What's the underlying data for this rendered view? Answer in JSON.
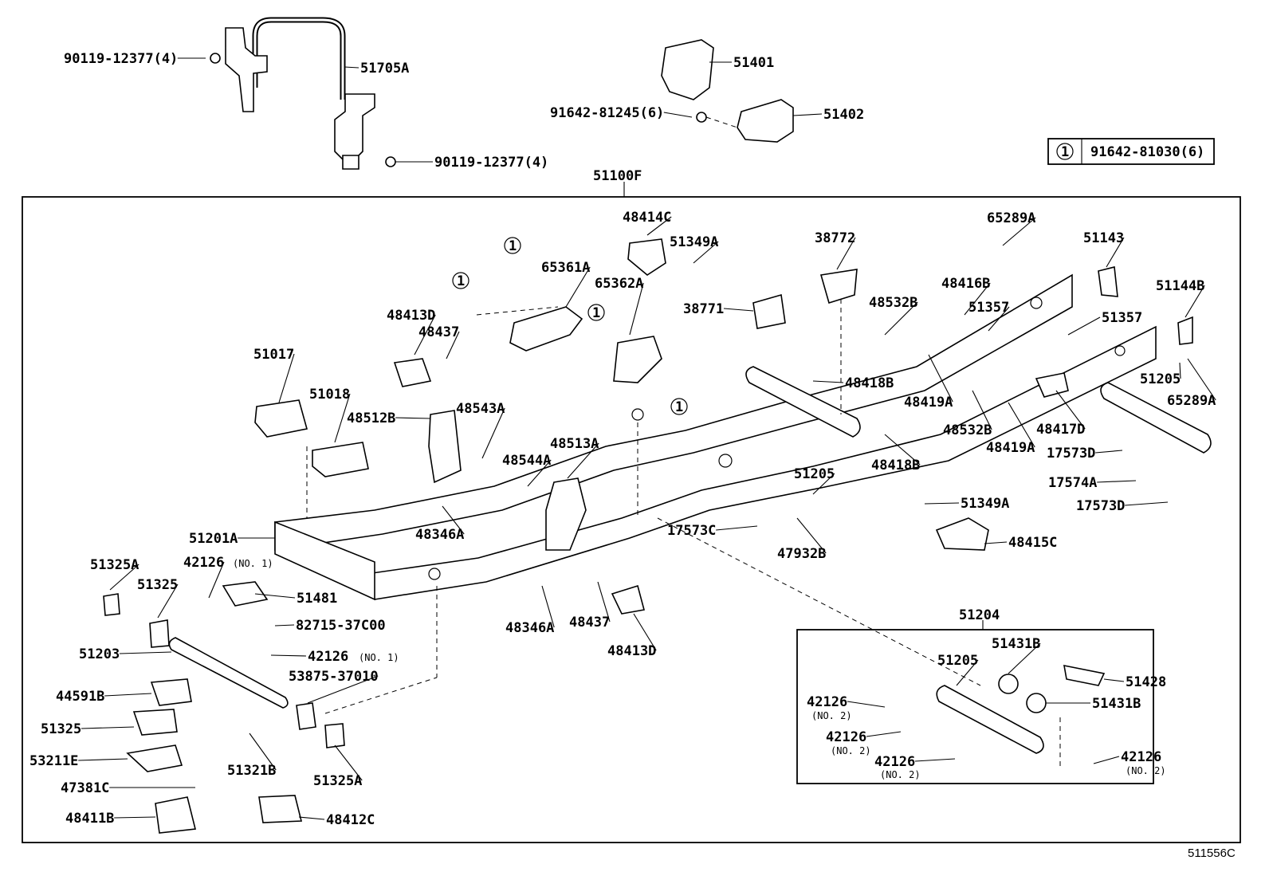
{
  "diagram_id": "511556C",
  "legend": {
    "symbol": "1",
    "part_no": "91642-81030(6)"
  },
  "assembly_label": "51100F",
  "subassembly": {
    "label": "51204"
  },
  "parts": [
    "90119-12377(4)",
    "51705A",
    "90119-12377(4)",
    "51401",
    "91642-81245(6)",
    "51402",
    "48414C",
    "51349A",
    "65361A",
    "65362A",
    "38772",
    "65289A",
    "51143",
    "51144B",
    "38771",
    "48532B",
    "48416B",
    "51357",
    "51357",
    "48413D",
    "48437",
    "51017",
    "51018",
    "48512B",
    "48543A",
    "48513A",
    "48544A",
    "48418B",
    "48419A",
    "48532B",
    "48419A",
    "48417D",
    "51205",
    "65289A",
    "17573D",
    "17574A",
    "17573D",
    "51205",
    "48418B",
    "51349A",
    "48415C",
    "48346A",
    "51201A",
    "17573C",
    "47932B",
    "51325A",
    "42126",
    "51481",
    "51325",
    "82715-37C00",
    "42126",
    "48346A",
    "48437",
    "48413D",
    "51203",
    "44591B",
    "51325",
    "53211E",
    "51321B",
    "47381C",
    "53875-37010",
    "51325A",
    "48411B",
    "48412C",
    "51205",
    "51431B",
    "51428",
    "51431B",
    "42126",
    "42126",
    "42126",
    "42126"
  ],
  "notes": [
    "(NO. 1)",
    "(NO. 1)",
    "(NO. 2)",
    "(NO. 2)",
    "(NO. 2)",
    "(NO. 2)"
  ],
  "callout_symbol": "1"
}
